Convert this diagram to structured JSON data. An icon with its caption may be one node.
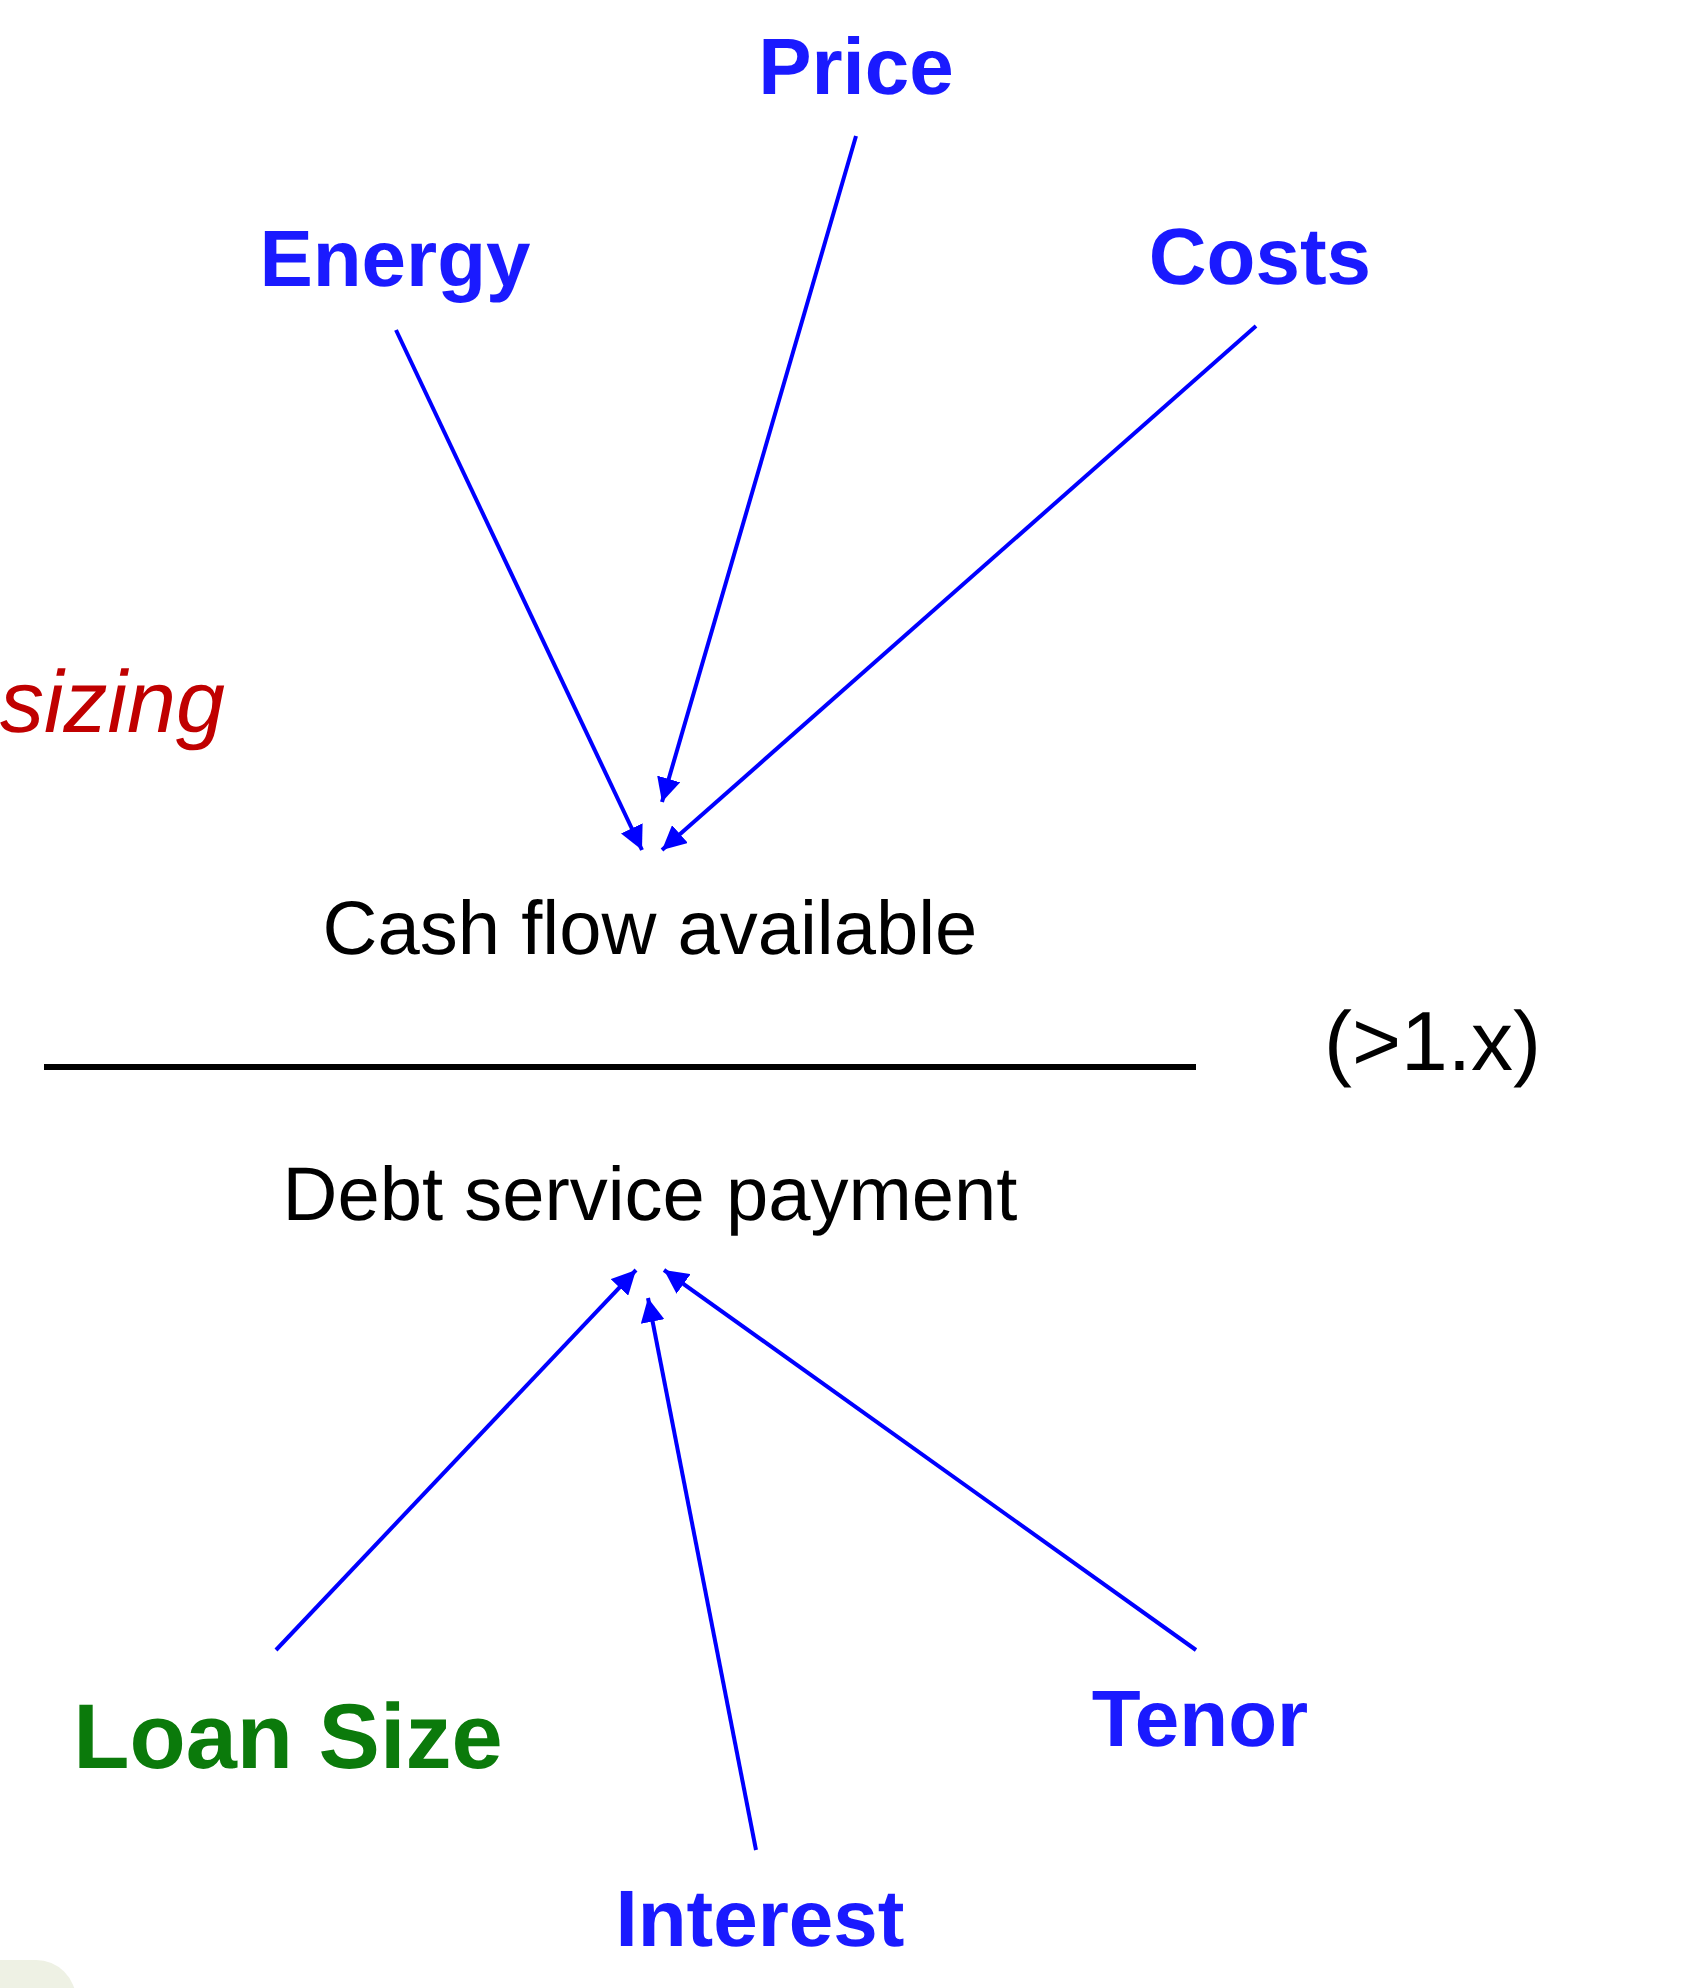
{
  "diagram": {
    "nodes": [
      {
        "text": [
          "Price"
        ]
      },
      {
        "text": [
          "Energy"
        ]
      },
      {
        "text": [
          "Costs"
        ]
      },
      {
        "text": [
          "Cash flow available"
        ]
      },
      {
        "text": [
          "Debt service payment"
        ]
      },
      {
        "text": [
          "Loan Size"
        ]
      },
      {
        "text": [
          "Interest"
        ]
      },
      {
        "text": [
          "Tenor"
        ]
      }
    ],
    "edges": [
      {
        "from": 1,
        "to": 3,
        "arrow": "to"
      },
      {
        "from": 0,
        "to": 3,
        "arrow": "to"
      },
      {
        "from": 2,
        "to": 3,
        "arrow": "to"
      },
      {
        "from": 5,
        "to": 4,
        "arrow": "to"
      },
      {
        "from": 6,
        "to": 4,
        "arrow": "to"
      },
      {
        "from": 7,
        "to": 4,
        "arrow": "to"
      }
    ],
    "labels": [
      "sizing",
      "(>1.x)"
    ]
  }
}
